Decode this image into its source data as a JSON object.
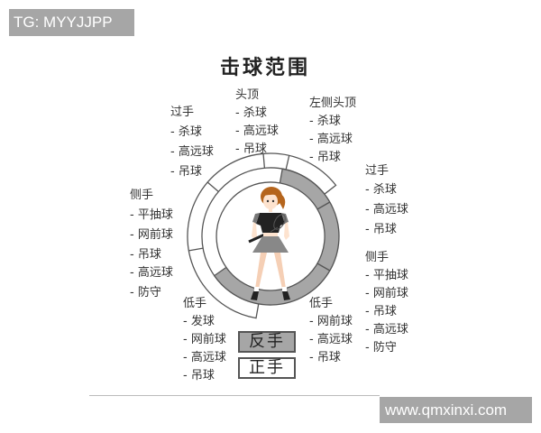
{
  "watermarks": {
    "top_left": "TG: MYYJJPP",
    "bottom_right": "www.qmxinxi.com"
  },
  "title": "击球范围",
  "groups": {
    "overhead_left": {
      "heading": "过手",
      "items": [
        "杀球",
        "高远球",
        "吊球"
      ]
    },
    "overhead_top": {
      "heading": "头顶",
      "items": [
        "杀球",
        "高远球",
        "吊球"
      ]
    },
    "left_overhead": {
      "heading": "左侧头顶",
      "items": [
        "杀球",
        "高远球",
        "吊球"
      ]
    },
    "overhead_right": {
      "heading": "过手",
      "items": [
        "杀球",
        "高远球",
        "吊球"
      ]
    },
    "side_left": {
      "heading": "侧手",
      "items": [
        "平抽球",
        "网前球",
        "吊球",
        "高远球",
        "防守"
      ]
    },
    "side_right": {
      "heading": "侧手",
      "items": [
        "平抽球",
        "网前球",
        "吊球",
        "高远球",
        "防守"
      ]
    },
    "low_left": {
      "heading": "低手",
      "items": [
        "发球",
        "网前球",
        "高远球",
        "吊球"
      ]
    },
    "low_right": {
      "heading": "低手",
      "items": [
        "网前球",
        "高远球",
        "吊球"
      ]
    }
  },
  "legend": {
    "backhand": {
      "label": "反手",
      "color": "#a6a6a6"
    },
    "forehand": {
      "label": "正手",
      "color": "#ffffff"
    }
  },
  "colors": {
    "backhand_band": "#a6a6a6",
    "forehand_band": "#ffffff",
    "outline": "#555555"
  }
}
